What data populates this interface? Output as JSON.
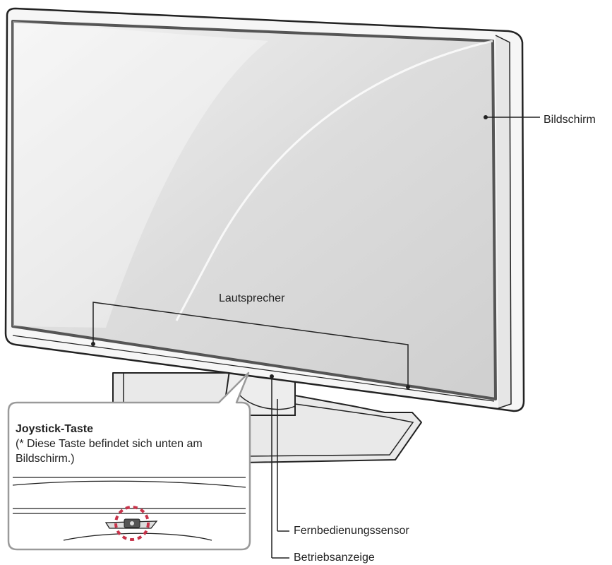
{
  "labels": {
    "screen": "Bildschirm",
    "speaker": "Lautsprecher",
    "remote_sensor": "Fernbedienungssensor",
    "power_indicator": "Betriebsanzeige"
  },
  "callout": {
    "title": "Joystick-Taste",
    "text": "(* Diese Taste befindet sich unten am Bildschirm.)"
  },
  "colors": {
    "highlight": "#c8334a",
    "screen_fill": "#d9d9d9",
    "line": "#222222"
  }
}
